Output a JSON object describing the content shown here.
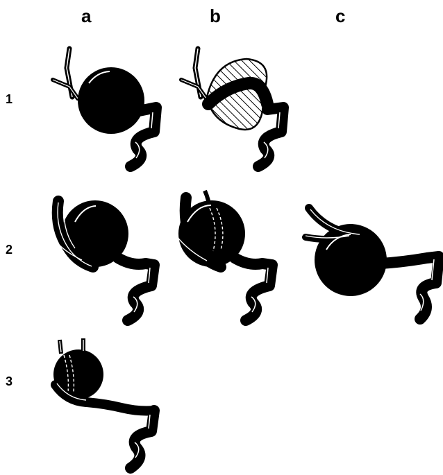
{
  "column_labels": [
    "a",
    "b",
    "c"
  ],
  "row_labels": [
    "1",
    "2",
    "3"
  ],
  "panels": [
    {
      "id": "1a",
      "icon": "aneurysm-sphere-with-vessel-icon"
    },
    {
      "id": "1b",
      "icon": "aneurysm-hatched-sac-icon"
    },
    {
      "id": "2a",
      "icon": "aneurysm-sphere-with-branches-icon"
    },
    {
      "id": "2b",
      "icon": "aneurysm-sphere-dashed-branches-icon"
    },
    {
      "id": "2c",
      "icon": "aneurysm-large-sphere-icon"
    },
    {
      "id": "3a",
      "icon": "aneurysm-small-sphere-icon"
    }
  ],
  "colors": {
    "ink": "#000000",
    "paper": "#ffffff"
  }
}
